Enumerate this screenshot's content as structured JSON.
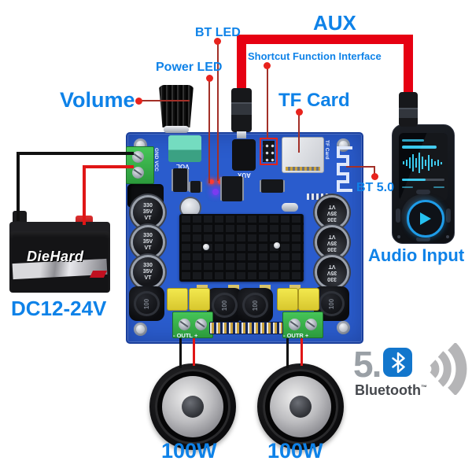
{
  "callouts": {
    "volume": "Volume",
    "power_led": "Power LED",
    "bt_led": "BT LED",
    "aux": "AUX",
    "shortcut": "Shortcut Function Interface",
    "tf_card": "TF Card",
    "bt5": "BT 5.0",
    "audio_input": "Audio Input",
    "dc_power": "DC12-24V",
    "left_speaker_power": "100W",
    "right_speaker_power": "100W"
  },
  "board": {
    "silk": {
      "power_in": "GND VCC",
      "vol": "VOL",
      "aux": "AUX",
      "tf": "TF Card",
      "out_left": "- OUTL +",
      "out_right": "- OUTR +"
    },
    "capacitor_lines": [
      "330",
      "35V",
      "VT"
    ],
    "inductor": "100"
  },
  "battery": {
    "brand": "DieHard"
  },
  "bt_logo": {
    "version": "5.",
    "wordmark": "Bluetooth",
    "tm": "™"
  },
  "icons": {
    "bluetooth": "bluetooth-icon",
    "sound_waves": "sound-waves-icon",
    "play": "play-icon",
    "bt_antenna": "bt-antenna-icon"
  },
  "colors": {
    "label_blue": "#0e82e8",
    "cable_red": "#e60012",
    "callout_dot_red": "#e8231d",
    "callout_line_red": "#a33028",
    "board_blue": "#2a5ccd",
    "bluetooth_blue": "#1276cc"
  }
}
